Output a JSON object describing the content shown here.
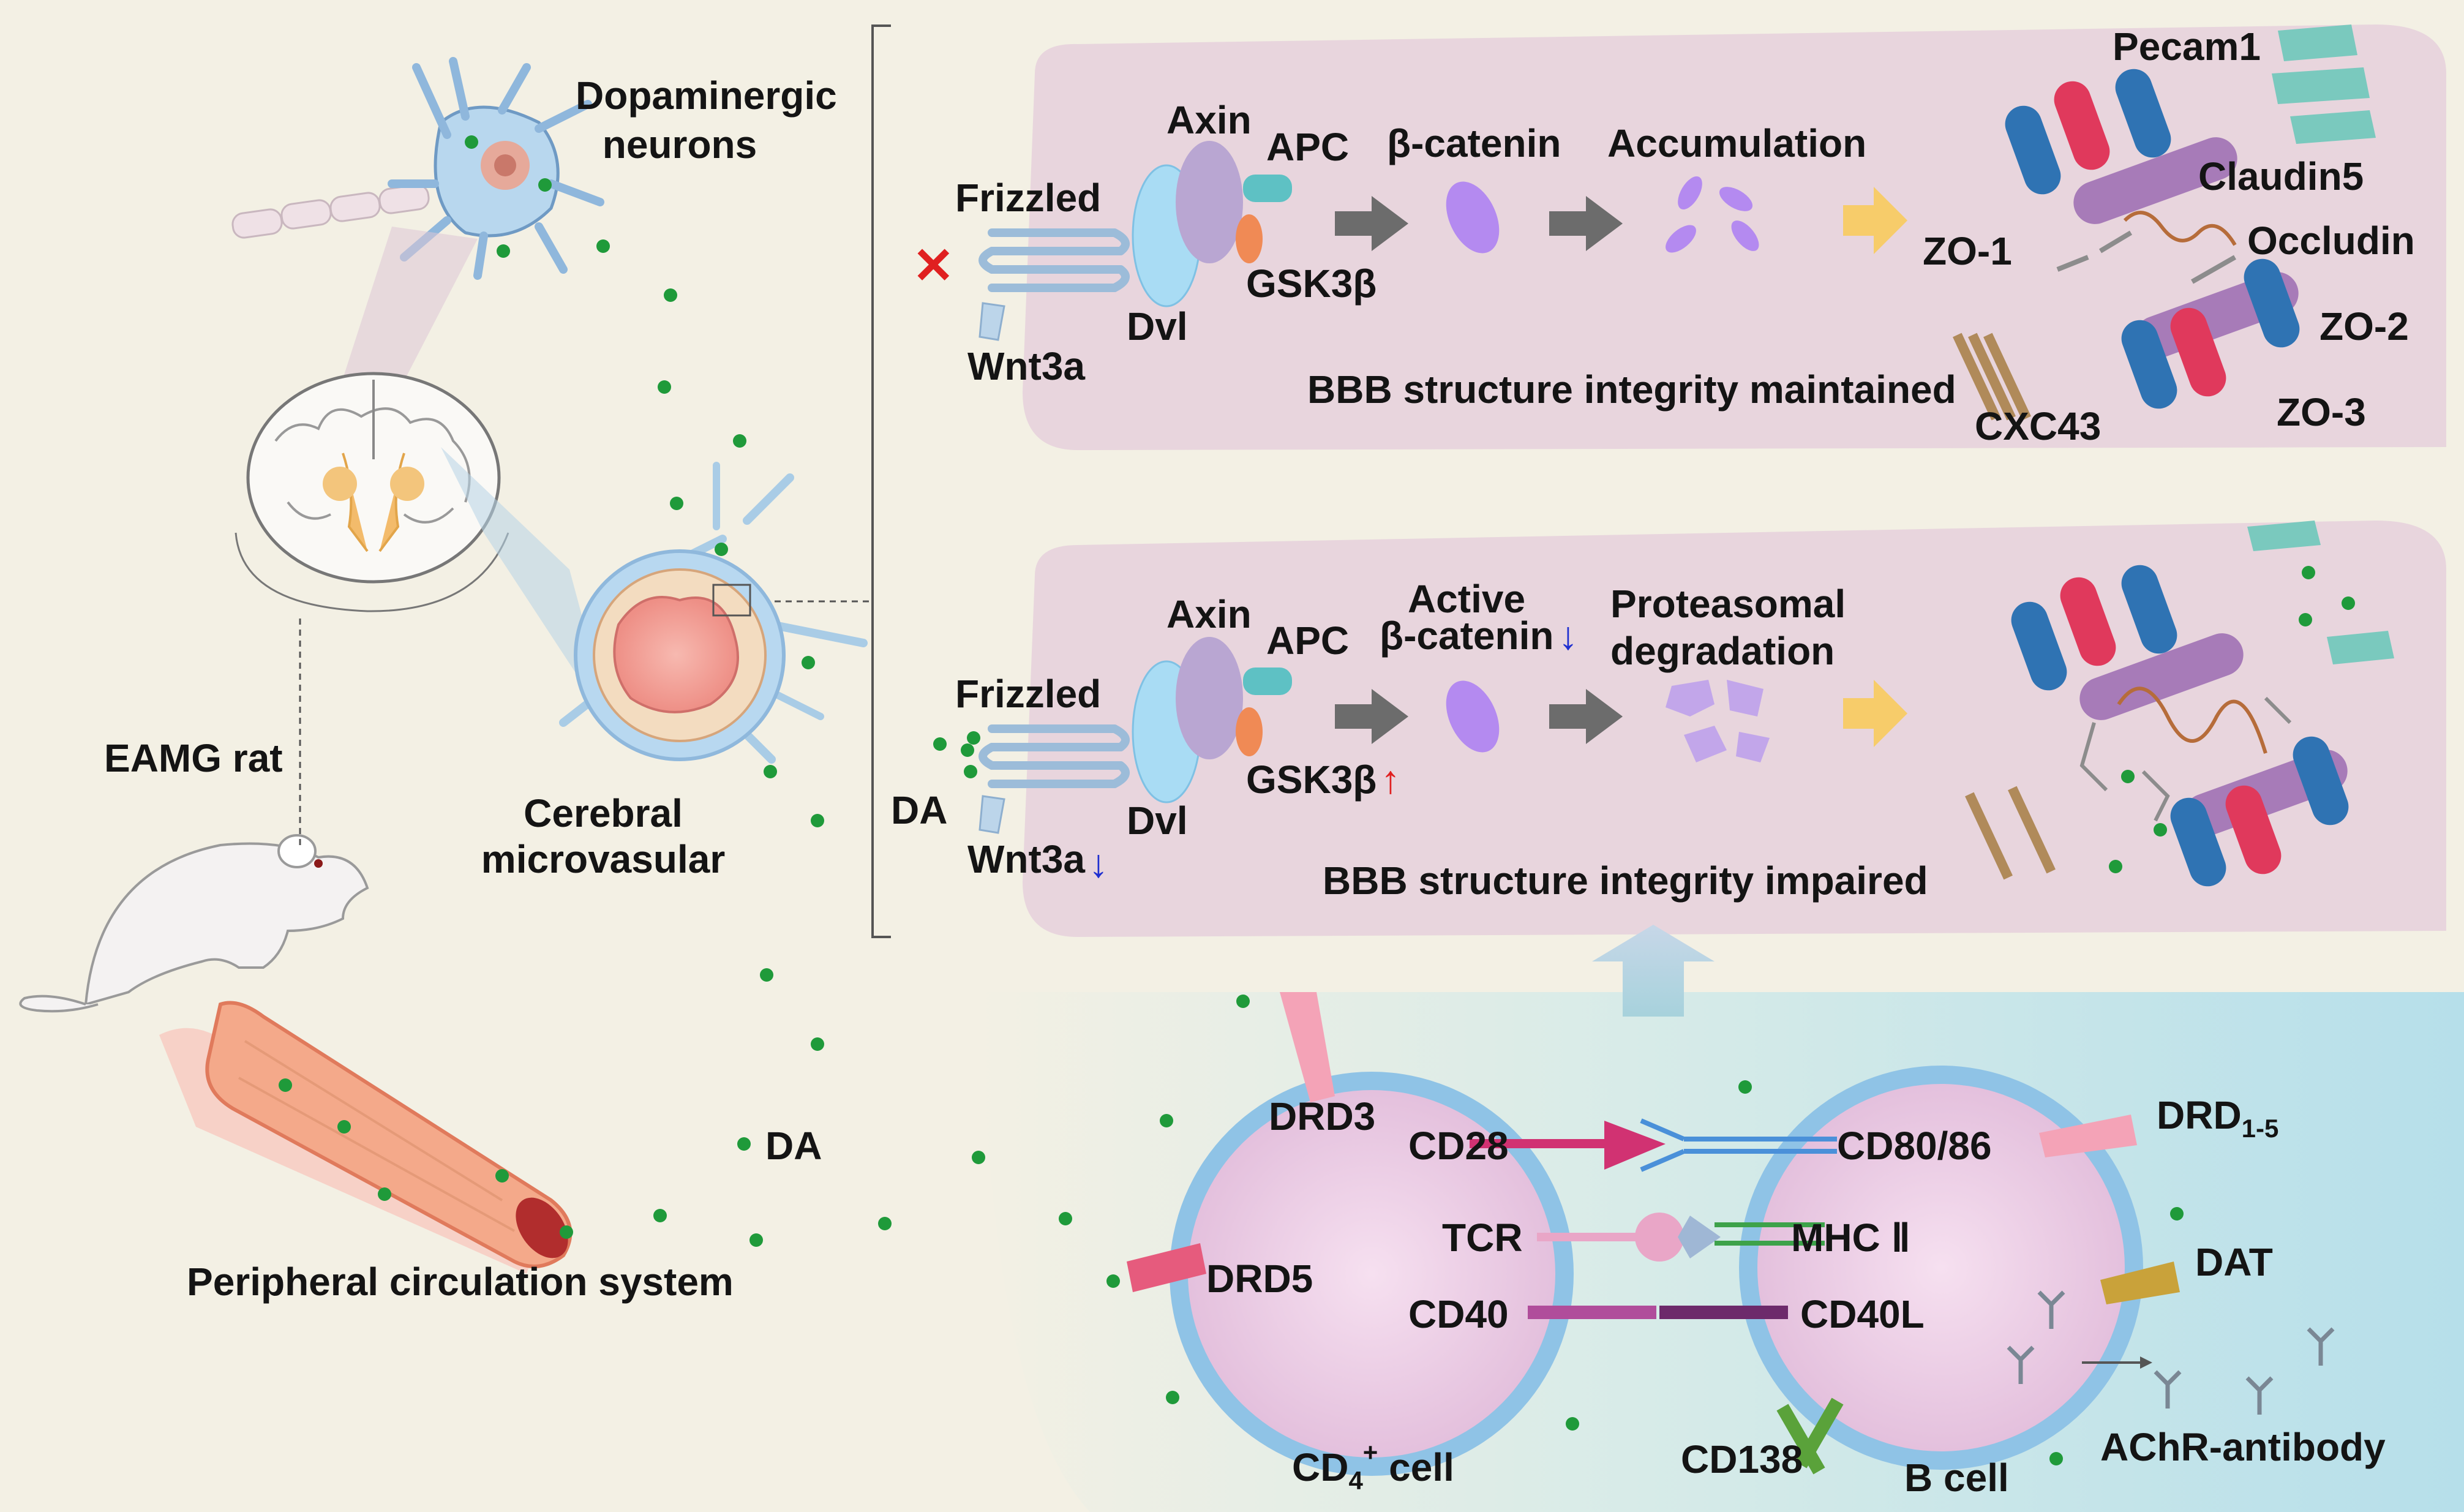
{
  "colors": {
    "background": "#f3f0e4",
    "bbb_panel": "#e8d6de",
    "bottom_panel": "#bfe2ea",
    "da_dot": "#1f9a3a",
    "red_arrow": "#e02020",
    "blue_arrow": "#1f2fd0",
    "cell_fill": "#eccfe5",
    "cell_membrane": "#8fc3e6"
  },
  "left": {
    "neuron_label_1": "Dopaminergic",
    "neuron_label_2": "neurons",
    "rat_label": "EAMG rat",
    "vessel_label_1": "Cerebral",
    "vessel_label_2": "microvasular",
    "circulation_label": "Peripheral circulation system",
    "da_label": "DA"
  },
  "top_panel": {
    "frizzled": "Frizzled",
    "wnt": "Wnt3a",
    "dvl": "Dvl",
    "axin": "Axin",
    "apc": "APC",
    "gsk": "GSK3β",
    "catenin": "β-catenin",
    "accumulation": "Accumulation",
    "caption": "BBB structure integrity maintained",
    "pecam": "Pecam1",
    "claudin": "Claudin5",
    "occludin": "Occludin",
    "zo1": "ZO-1",
    "zo2": "ZO-2",
    "zo3": "ZO-3",
    "cxc": "CXC43"
  },
  "bottom_panel": {
    "frizzled": "Frizzled",
    "wnt": "Wnt3a",
    "da": "DA",
    "dvl": "Dvl",
    "axin": "Axin",
    "apc": "APC",
    "gsk": "GSK3β",
    "active_1": "Active",
    "active_2": "β-catenin",
    "prot_1": "Proteasomal",
    "prot_2": "degradation",
    "caption": "BBB structure integrity impaired",
    "up_arrow": "↑",
    "down_arrow": "↓"
  },
  "immune": {
    "drd3": "DRD3",
    "drd5": "DRD5",
    "drd15": "DRD",
    "drd15_sub": "1-5",
    "cd28": "CD28",
    "tcr": "TCR",
    "cd40": "CD40",
    "cd80": "CD80/86",
    "mhc": "MHC Ⅱ",
    "cd40l": "CD40L",
    "dat": "DAT",
    "cd138": "CD138",
    "cd4_cell": "CD",
    "cd4_sub": "4",
    "cd4_sup": "+",
    "cd4_tail": " cell",
    "b_cell": "B cell",
    "achr": "AChR-antibody"
  },
  "inhibit_mark": "✕"
}
